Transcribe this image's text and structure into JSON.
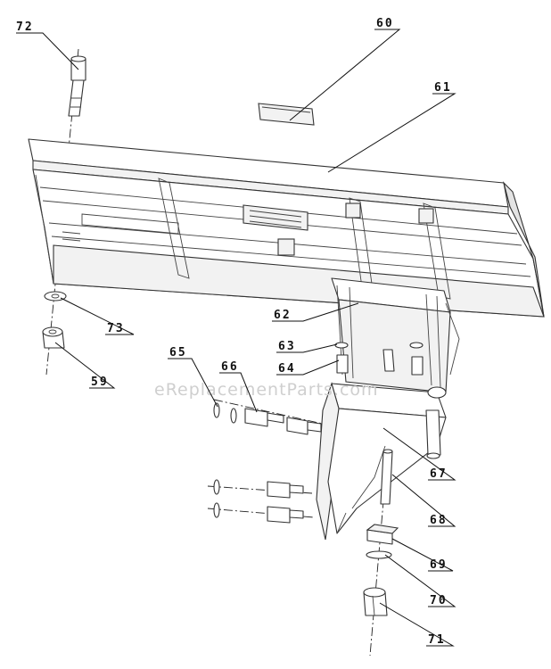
{
  "watermark": "eReplacementParts.com",
  "colors": {
    "line": "#333333",
    "label": "#111111",
    "watermark": "#cfcfcf",
    "background": "#ffffff"
  },
  "callouts": [
    {
      "id": "72",
      "label": "72"
    },
    {
      "id": "60",
      "label": "60"
    },
    {
      "id": "61",
      "label": "61"
    },
    {
      "id": "62",
      "label": "62"
    },
    {
      "id": "73",
      "label": "73"
    },
    {
      "id": "63",
      "label": "63"
    },
    {
      "id": "65",
      "label": "65"
    },
    {
      "id": "66",
      "label": "66"
    },
    {
      "id": "64",
      "label": "64"
    },
    {
      "id": "59",
      "label": "59"
    },
    {
      "id": "67",
      "label": "67"
    },
    {
      "id": "68",
      "label": "68"
    },
    {
      "id": "69",
      "label": "69"
    },
    {
      "id": "70",
      "label": "70"
    },
    {
      "id": "71",
      "label": "71"
    }
  ]
}
